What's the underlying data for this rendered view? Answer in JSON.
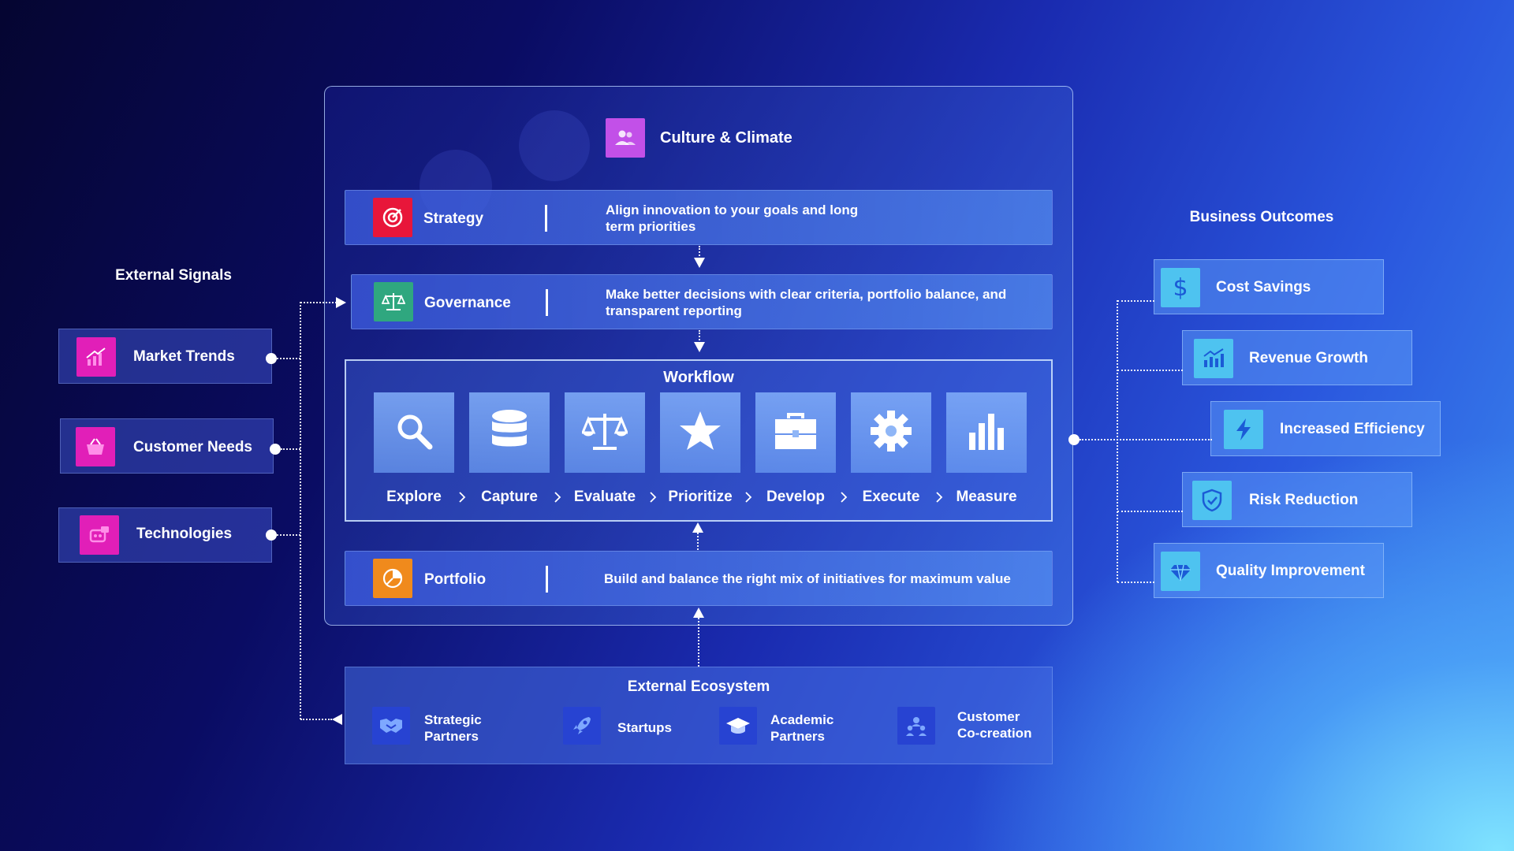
{
  "culture": {
    "title": "Culture & Climate",
    "icon": "people-icon",
    "color": "#c250e8"
  },
  "strategy": {
    "title": "Strategy",
    "desc": "Align innovation to your goals and long term priorities",
    "icon": "target-icon",
    "color": "#e8163a"
  },
  "governance": {
    "title": "Governance",
    "desc": "Make better decisions with clear criteria, portfolio balance, and transparent reporting",
    "icon": "scales-icon",
    "color": "#2fa77f"
  },
  "workflow": {
    "title": "Workflow",
    "steps": [
      {
        "label": "Explore",
        "icon": "search-icon"
      },
      {
        "label": "Capture",
        "icon": "database-icon"
      },
      {
        "label": "Evaluate",
        "icon": "scales-icon"
      },
      {
        "label": "Prioritize",
        "icon": "star-icon"
      },
      {
        "label": "Develop",
        "icon": "briefcase-icon"
      },
      {
        "label": "Execute",
        "icon": "gear-icon"
      },
      {
        "label": "Measure",
        "icon": "bar-chart-icon"
      }
    ]
  },
  "portfolio": {
    "title": "Portfolio",
    "desc": "Build and balance the right mix of initiatives for maximum value",
    "icon": "pie-chart-icon",
    "color": "#f08a1c"
  },
  "external_signals": {
    "title": "External Signals",
    "items": [
      {
        "label": "Market Trends",
        "icon": "trend-icon"
      },
      {
        "label": "Customer Needs",
        "icon": "basket-icon"
      },
      {
        "label": "Technologies",
        "icon": "chip-icon"
      }
    ],
    "color": "#e11fb8"
  },
  "business_outcomes": {
    "title": "Business Outcomes",
    "items": [
      {
        "label": "Cost Savings",
        "icon": "dollar-icon"
      },
      {
        "label": "Revenue Growth",
        "icon": "growth-chart-icon"
      },
      {
        "label": "Increased Efficiency",
        "icon": "lightning-icon"
      },
      {
        "label": "Risk Reduction",
        "icon": "shield-icon"
      },
      {
        "label": "Quality Improvement",
        "icon": "diamond-icon"
      }
    ],
    "color": "#4ec3f0"
  },
  "ecosystem": {
    "title": "External Ecosystem",
    "items": [
      {
        "label": "Strategic Partners",
        "icon": "handshake-icon"
      },
      {
        "label": "Startups",
        "icon": "rocket-icon"
      },
      {
        "label": "Academic Partners",
        "icon": "graduation-cap-icon"
      },
      {
        "label": "Customer Co-creation",
        "icon": "team-icon"
      }
    ],
    "color": "#2743d2"
  }
}
